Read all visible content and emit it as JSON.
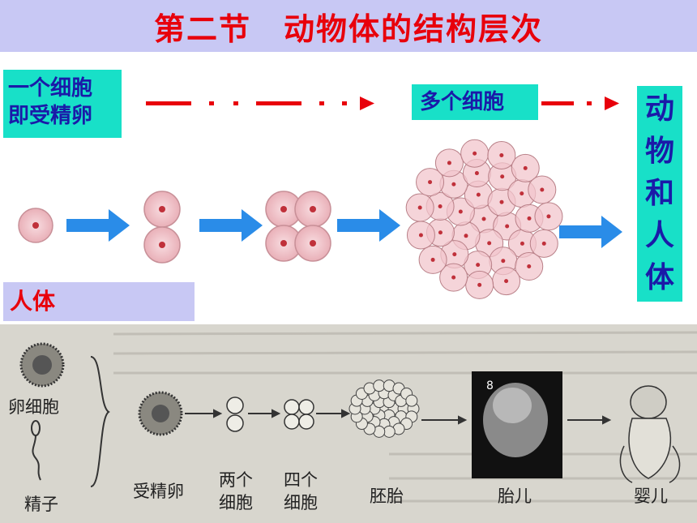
{
  "title": "第二节　动物体的结构层次",
  "flow": {
    "one_cell_line1": "一个细胞",
    "one_cell_line2": "即受精卵",
    "multi_cells": "多个细胞",
    "animal_body_chars": [
      "动",
      "物",
      "和",
      "人",
      "体"
    ]
  },
  "human_body_label": "人体",
  "photo_labels": {
    "egg": "卵细胞",
    "sperm": "精子",
    "fertilized": "受精卵",
    "two_cells_line1": "两个",
    "two_cells_line2": "细胞",
    "four_cells_line1": "四个",
    "four_cells_line2": "细胞",
    "embryo": "胚胎",
    "fetus": "胎儿",
    "baby": "婴儿"
  },
  "colors": {
    "title_red": "#e8000b",
    "title_bg": "#c8c8f4",
    "cyan_box": "#18e0c8",
    "box_text": "#1a1aa8",
    "arrow_blue": "#2a8ce8",
    "dashed_arrow": "#e8000b",
    "cell_fill": "#f2c6cc",
    "nucleus": "#c0303a"
  }
}
